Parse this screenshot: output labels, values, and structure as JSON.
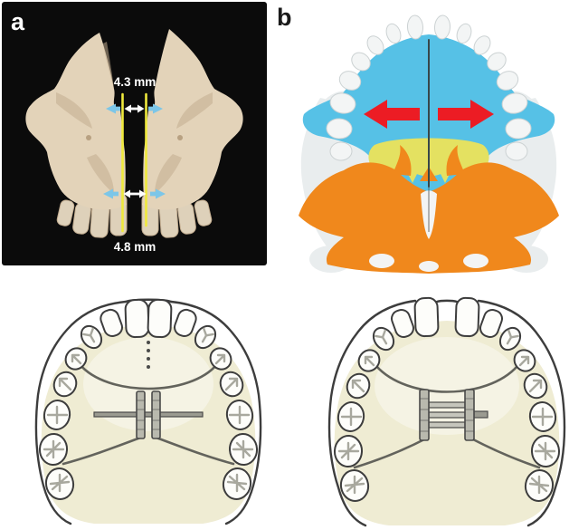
{
  "figure": {
    "panel_a": {
      "label": "a",
      "measurement_top": "4.3 mm",
      "measurement_bottom": "4.8 mm"
    },
    "panel_b": {
      "label": "b"
    },
    "panel_bottom_left": {},
    "panel_bottom_right": {}
  },
  "icons": {
    "measurement_double_arrow": "double-headed-arrow",
    "blue_edge_arrow": "outward-arrow",
    "expansion_arrow": "red-outward-arrow"
  },
  "colors": {
    "panel_a_bg": "#0b0b0b",
    "bone": "#e3d3b9",
    "bone_shadow": "#c3ad90",
    "tooth_a": "#ded1ba",
    "yellow_line": "#efe93c",
    "white_arrow": "#ffffff",
    "blue_arrow": "#7cc6e8",
    "label_white": "#ffffff",
    "panel_letter_dark": "#1a1a1a",
    "maxilla_cyan": "#56c1e6",
    "palatine_yellow": "#e4e161",
    "sphenoid_orange": "#f0881c",
    "expansion_red": "#ec1c24",
    "cranium_gray": "#e9edee",
    "tooth_b_fill": "#f3f5f5",
    "tooth_b_stroke": "#ccd2d3",
    "suture_dark": "#37474a",
    "outline_dark": "#3d3d3d",
    "tooth_white": "#fdfdfa",
    "groove_gray": "#a8a89e",
    "palate_cream": "#efecd3",
    "palate_light": "#f6f4e6",
    "wire_gray": "#63635c",
    "metal_fill": "#b9b9ae",
    "metal_dark": "#4a4a49",
    "metal_rod": "#9b9b91",
    "metal_light": "#c6c6bc"
  }
}
